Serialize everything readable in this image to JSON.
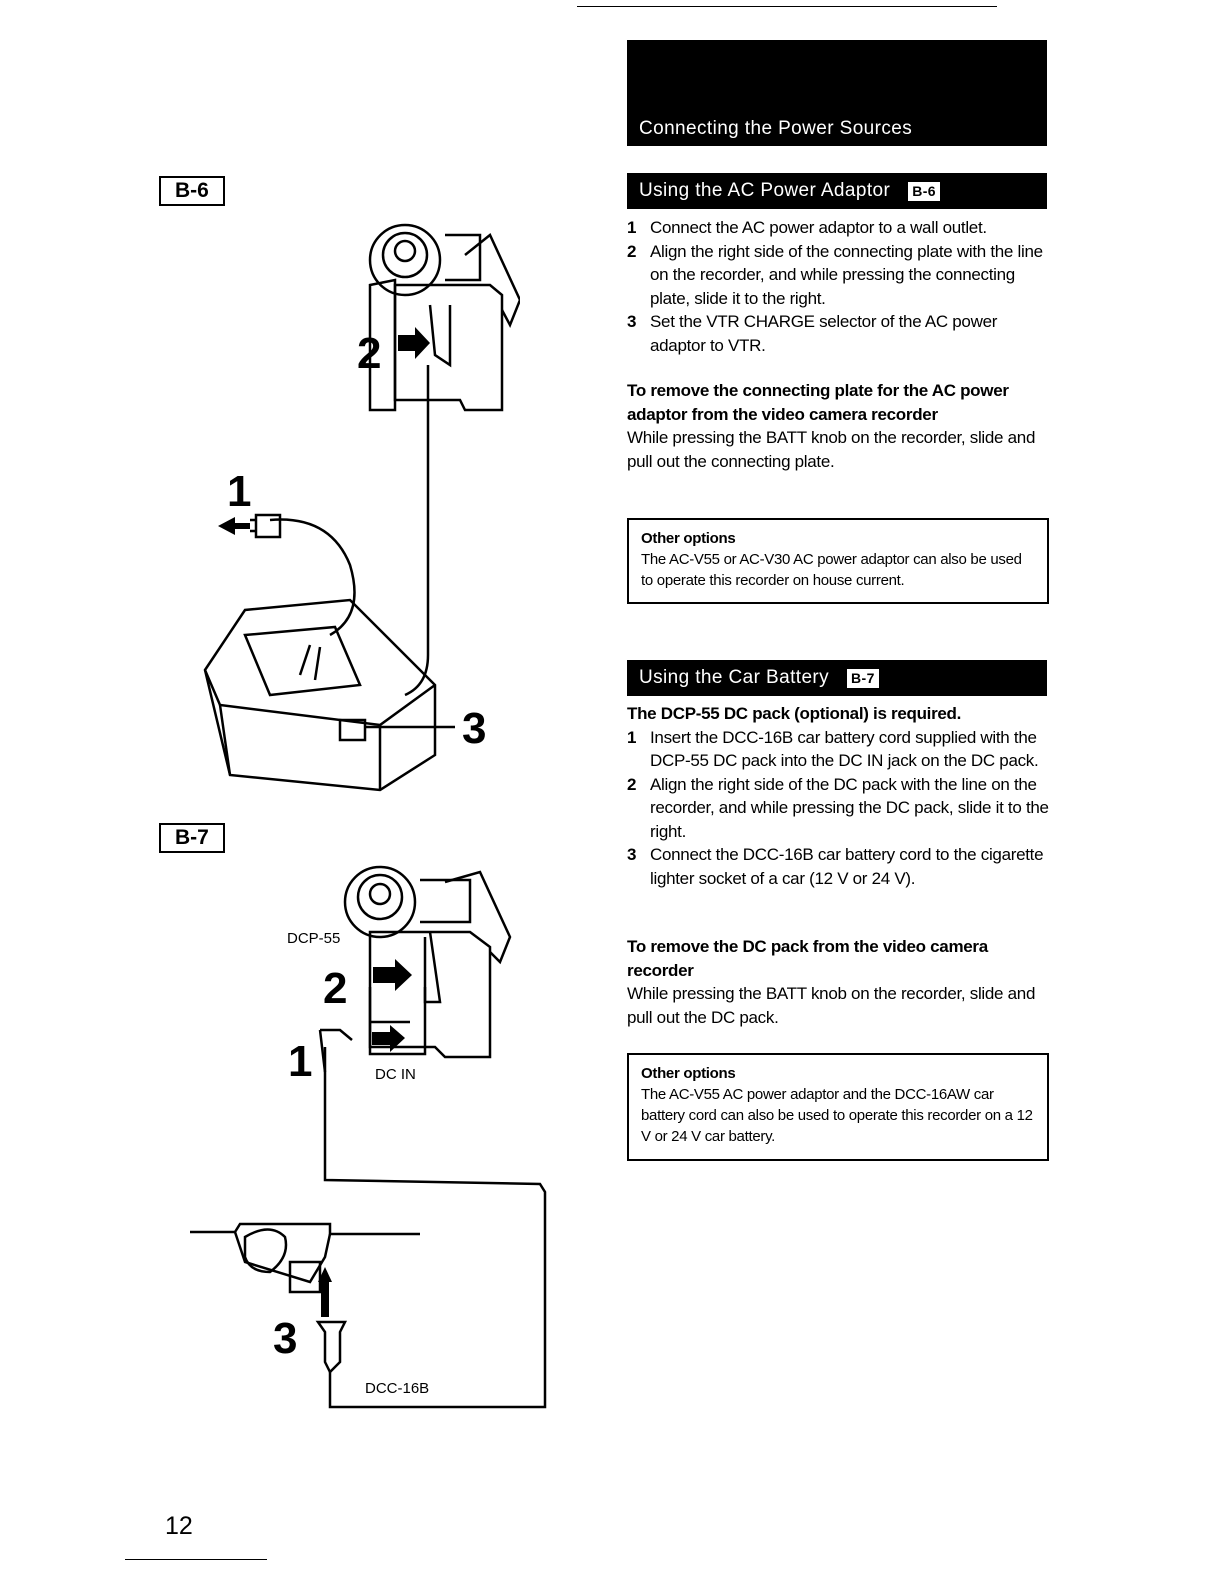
{
  "page": {
    "title": "Connecting the Power Sources",
    "page_number": "12"
  },
  "figures": {
    "b6": {
      "tag": "B-6",
      "callouts": [
        "1",
        "2",
        "3"
      ]
    },
    "b7": {
      "tag": "B-7",
      "callouts": [
        "1",
        "2",
        "3"
      ],
      "labels": {
        "dcp": "DCP-55",
        "dc_in": "DC IN",
        "dcc": "DCC-16B"
      }
    }
  },
  "ac_section": {
    "heading": "Using the AC Power Adaptor",
    "tag": "B-6",
    "steps": [
      {
        "num": "1",
        "text": "Connect the AC power adaptor to a wall outlet."
      },
      {
        "num": "2",
        "text": "Align the right side of the connecting plate with the line on the recorder, and while pressing the connecting plate, slide it to the right."
      },
      {
        "num": "3",
        "text": "Set the VTR CHARGE selector of the AC power adaptor to VTR."
      }
    ],
    "remove_heading": "To remove the connecting plate for the AC power adaptor from the video camera recorder",
    "remove_text": "While pressing the BATT knob on the recorder, slide and pull out the connecting plate.",
    "options_heading": "Other options",
    "options_text": "The AC-V55 or AC-V30 AC power adaptor can also be used to operate this recorder on house current."
  },
  "car_section": {
    "heading": "Using the Car Battery",
    "tag": "B-7",
    "requirement": "The DCP-55 DC pack (optional) is required.",
    "steps": [
      {
        "num": "1",
        "text": "Insert the DCC-16B car battery cord supplied with the DCP-55 DC pack into the DC IN jack on the DC pack."
      },
      {
        "num": "2",
        "text": "Align the right side of the DC pack with the line on the recorder, and while pressing the DC pack, slide it to the right."
      },
      {
        "num": "3",
        "text": "Connect the DCC-16B car battery cord to the cigarette lighter socket of a car (12 V or 24 V)."
      }
    ],
    "remove_heading": "To remove the DC pack from the video camera recorder",
    "remove_text": "While pressing the BATT knob on the recorder, slide and pull out the DC pack.",
    "options_heading": "Other options",
    "options_text": "The AC-V55 AC power adaptor and the DCC-16AW car battery cord can also be used to operate this recorder on a 12 V or 24 V car battery."
  }
}
